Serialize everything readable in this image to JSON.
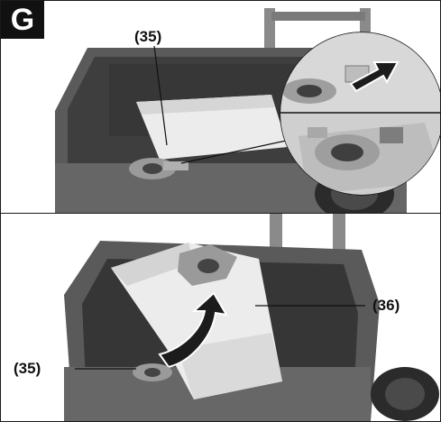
{
  "figure": {
    "step_label": "G",
    "top_panel": {
      "callout_35": "(35)"
    },
    "bottom_panel": {
      "callout_36": "(36)",
      "callout_35": "(35)"
    }
  },
  "colors": {
    "housing": "#5c5c5c",
    "housing_dark": "#3b3b3b",
    "bag": "#e9e9e9",
    "flange": "#9a9a9a",
    "arrow": "#2a2a2a"
  }
}
